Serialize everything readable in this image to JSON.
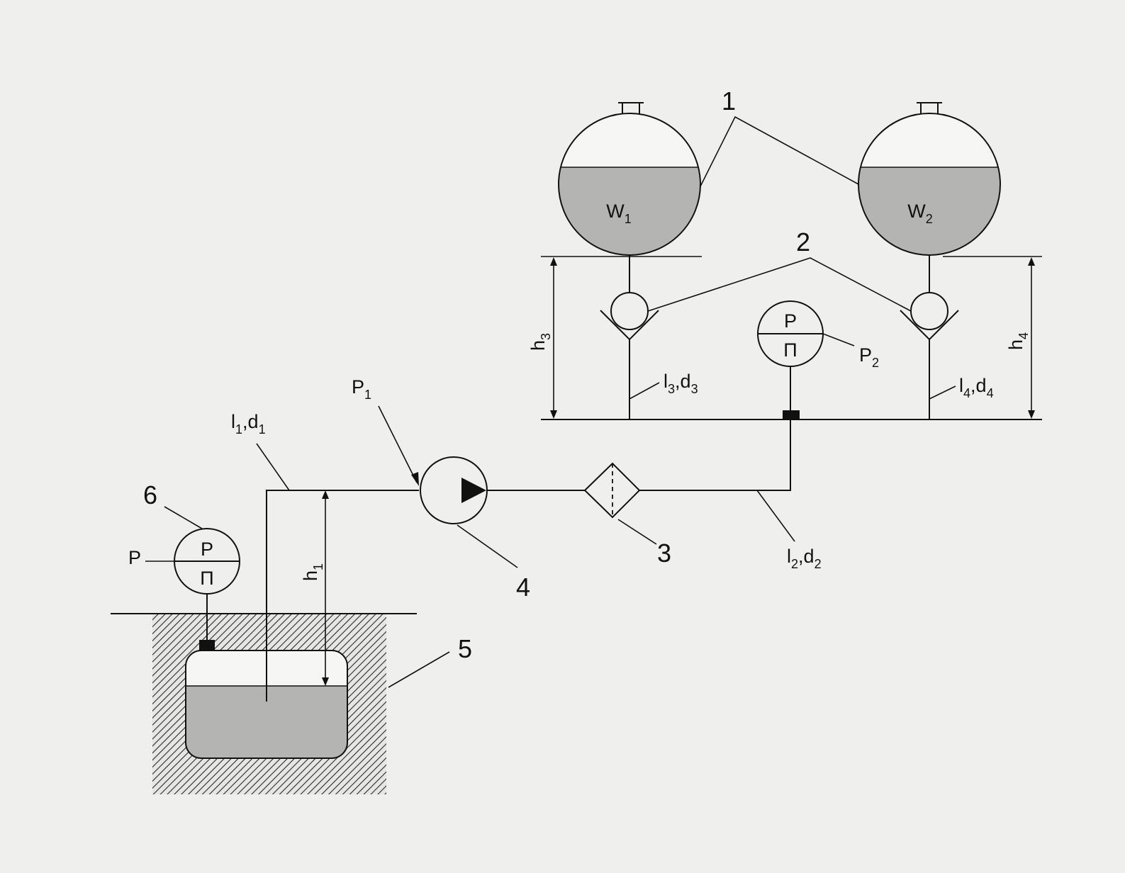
{
  "callouts": {
    "tanks": "1",
    "valves": "2",
    "filter": "3",
    "pump": "4",
    "tank_underground": "5",
    "gauge_tank": "6"
  },
  "tanks": [
    {
      "label": "W",
      "sub": "1"
    },
    {
      "label": "W",
      "sub": "2"
    }
  ],
  "gauges": {
    "tank": {
      "top": "P",
      "bottom": "П",
      "side": "P"
    },
    "line": {
      "top": "P",
      "bottom": "П"
    }
  },
  "pressures": {
    "p1": {
      "label": "P",
      "sub": "1"
    },
    "p2": {
      "label": "P",
      "sub": "2"
    }
  },
  "pipes": {
    "pipe1": {
      "l": "l",
      "ls": "1",
      "sep": ",",
      "d": "d",
      "ds": "1"
    },
    "pipe2": {
      "l": "l",
      "ls": "2",
      "sep": ",",
      "d": "d",
      "ds": "2"
    },
    "pipe3": {
      "l": "l",
      "ls": "3",
      "sep": ",",
      "d": "d",
      "ds": "3"
    },
    "pipe4": {
      "l": "l",
      "ls": "4",
      "sep": ",",
      "d": "d",
      "ds": "4"
    }
  },
  "heights": {
    "h1": {
      "label": "h",
      "sub": "1"
    },
    "h3": {
      "label": "h",
      "sub": "3"
    },
    "h4": {
      "label": "h",
      "sub": "4"
    }
  },
  "colors": {
    "background": "#efefed",
    "line": "#111111",
    "liquid": "#b4b4b2",
    "hatch": "#2a2a2a",
    "tank_empty": "#f6f6f4"
  }
}
